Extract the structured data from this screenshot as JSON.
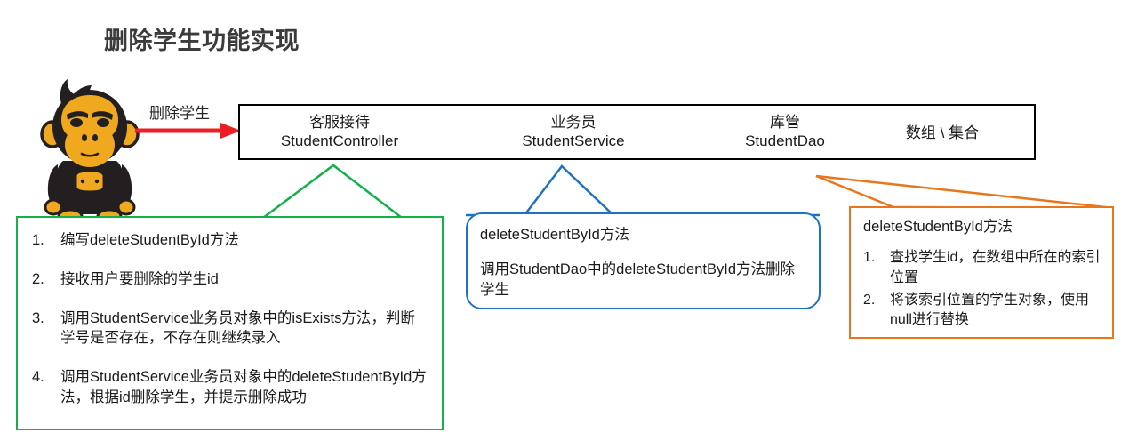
{
  "page": {
    "title": "删除学生功能实现"
  },
  "colors": {
    "title": "#3b3b3b",
    "arrow": "#ee1c25",
    "topbar_border": "#000000",
    "green": "#12b14a",
    "blue": "#1f72c0",
    "orange": "#e8761d",
    "mascot_body": "#231f20",
    "mascot_skin": "#f0a81e"
  },
  "mascot": {
    "name": "gorilla-mascot"
  },
  "flow": {
    "arrow_label": "删除学生",
    "arrow_icon": "red-arrow-right-icon"
  },
  "topbar": {
    "layers": [
      {
        "role": "客服接待",
        "class": "StudentController"
      },
      {
        "role": "业务员",
        "class": "StudentService"
      },
      {
        "role": "库管",
        "class": "StudentDao"
      },
      {
        "role": "数组 \\ 集合",
        "class": ""
      }
    ]
  },
  "callouts": {
    "controller": {
      "border_color": "#12b14a",
      "items": [
        {
          "num": "1.",
          "text": "编写deleteStudentById方法"
        },
        {
          "num": "2.",
          "text": "接收用户要删除的学生id"
        },
        {
          "num": "3.",
          "text": "调用StudentService业务员对象中的isExists方法，判断学号是否存在，不存在则继续录入"
        },
        {
          "num": "4.",
          "text": "调用StudentService业务员对象中的deleteStudentById方法，根据id删除学生，并提示删除成功"
        }
      ]
    },
    "service": {
      "border_color": "#1f72c0",
      "heading": "deleteStudentById方法",
      "body": "调用StudentDao中的deleteStudentById方法删除学生"
    },
    "dao": {
      "border_color": "#e8761d",
      "heading": "deleteStudentById方法",
      "items": [
        {
          "num": "1.",
          "text": "查找学生id，在数组中所在的索引位置"
        },
        {
          "num": "2.",
          "text": "将该索引位置的学生对象，使用null进行替换"
        }
      ]
    }
  }
}
